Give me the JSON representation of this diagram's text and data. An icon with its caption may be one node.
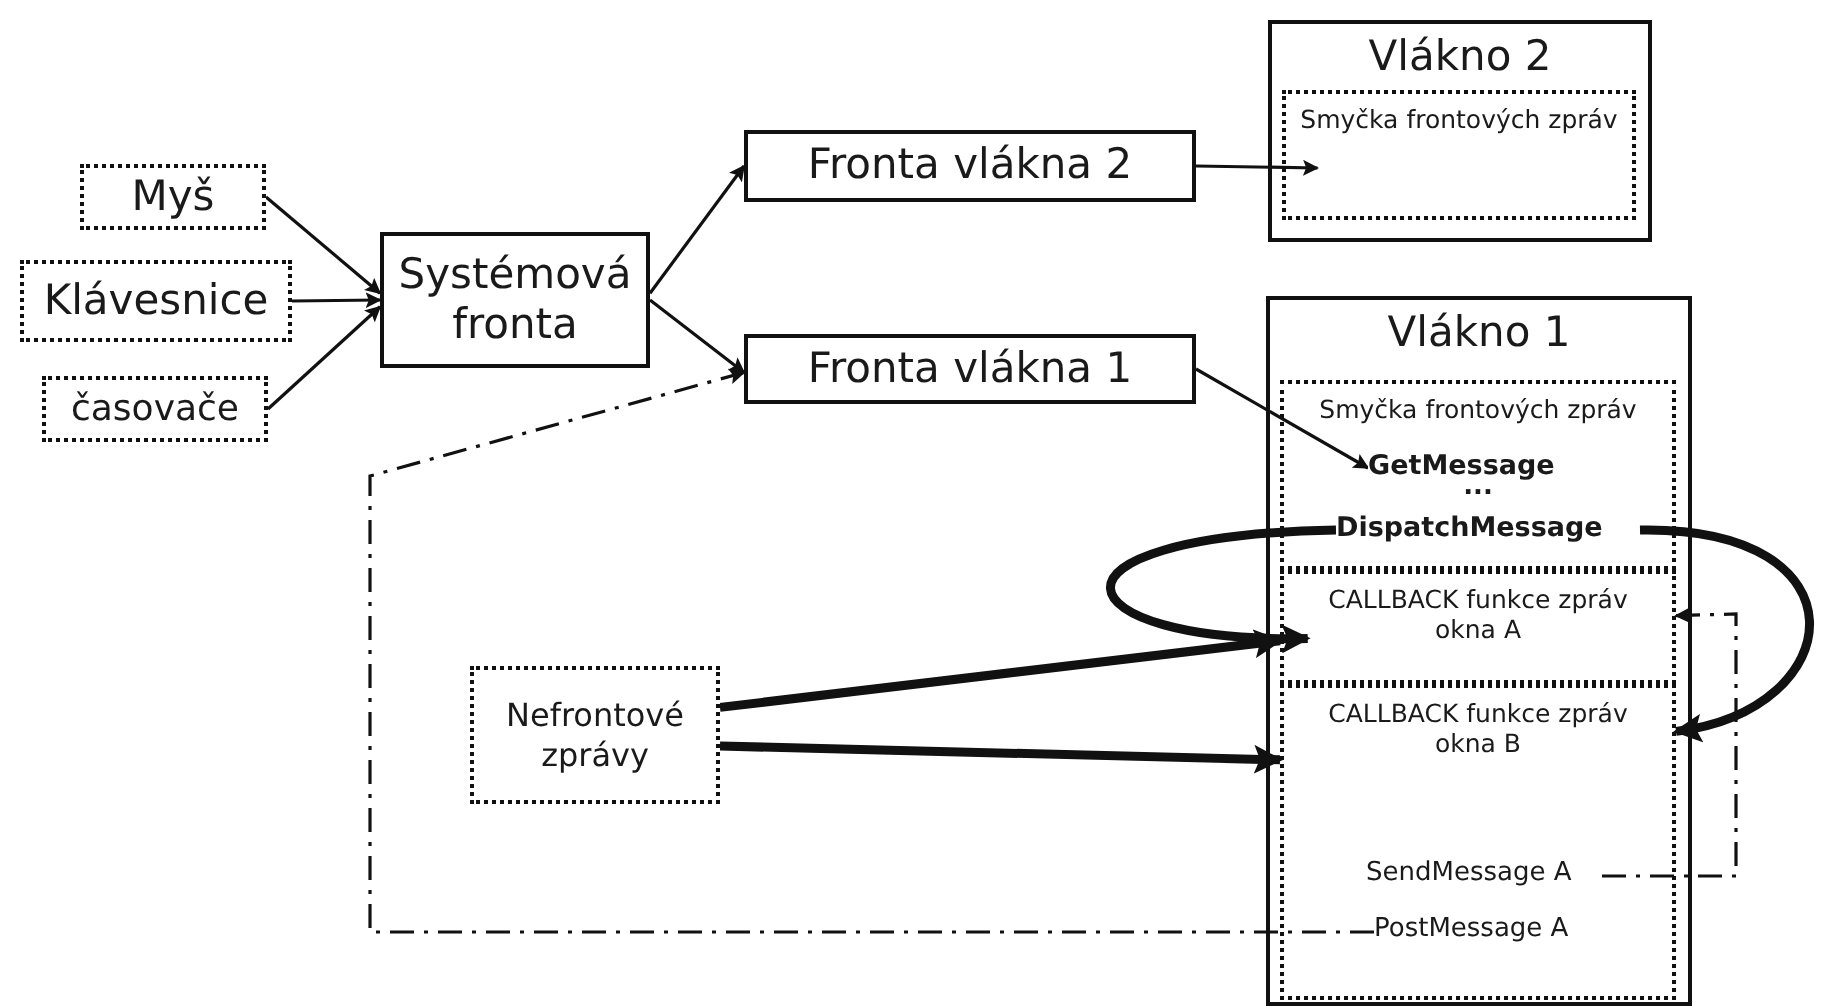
{
  "diagram": {
    "nodes": [
      {
        "text": [
          "Myš"
        ]
      },
      {
        "text": [
          "Klávesnice"
        ]
      },
      {
        "text": [
          "časovače"
        ]
      },
      {
        "text": [
          "Systémová fronta"
        ]
      },
      {
        "text": [
          "Fronta vlákna 2"
        ]
      },
      {
        "text": [
          "Fronta vlákna 1"
        ]
      },
      {
        "text": [
          "Vlákno 2"
        ]
      },
      {
        "text": [
          "Smyčka frontových zpráv"
        ],
        "in": 6
      },
      {
        "text": [
          "Vlákno 1"
        ]
      },
      {
        "text": [
          "Smyčka frontových zpráv",
          "..."
        ],
        "in": 8
      },
      {
        "text": [
          "GetMessage"
        ],
        "in": 9
      },
      {
        "text": [
          "DispatchMessage"
        ],
        "in": 9
      },
      {
        "text": [
          "CALLBACK funkce zpráv okna A"
        ],
        "in": 8
      },
      {
        "text": [
          "CALLBACK funkce zpráv okna B"
        ],
        "in": 8
      },
      {
        "text": [
          "SendMessage A"
        ],
        "in": 13
      },
      {
        "text": [
          "PostMessage A"
        ],
        "in": 13
      },
      {
        "text": [
          "Nefrontové zprávy"
        ]
      }
    ],
    "edges": [
      {
        "from": 0,
        "to": 3,
        "arrow": "to"
      },
      {
        "from": 1,
        "to": 3,
        "arrow": "to"
      },
      {
        "from": 2,
        "to": 3,
        "arrow": "to"
      },
      {
        "from": 3,
        "to": 4,
        "arrow": "to"
      },
      {
        "from": 3,
        "to": 5,
        "arrow": "to"
      },
      {
        "from": 4,
        "to": 7,
        "arrow": "to"
      },
      {
        "from": 5,
        "to": 10,
        "arrow": "to"
      },
      {
        "from": 11,
        "to": 12,
        "arrow": "to",
        "style": "thick"
      },
      {
        "from": 11,
        "to": 13,
        "arrow": "to",
        "style": "thick"
      },
      {
        "from": 16,
        "to": 12,
        "arrow": "to",
        "style": "thick"
      },
      {
        "from": 16,
        "to": 13,
        "arrow": "to",
        "style": "thick"
      },
      {
        "from": 14,
        "to": 12,
        "arrow": "to",
        "style": "dashed"
      },
      {
        "from": 15,
        "to": 5,
        "arrow": "to",
        "style": "dashed"
      }
    ]
  }
}
